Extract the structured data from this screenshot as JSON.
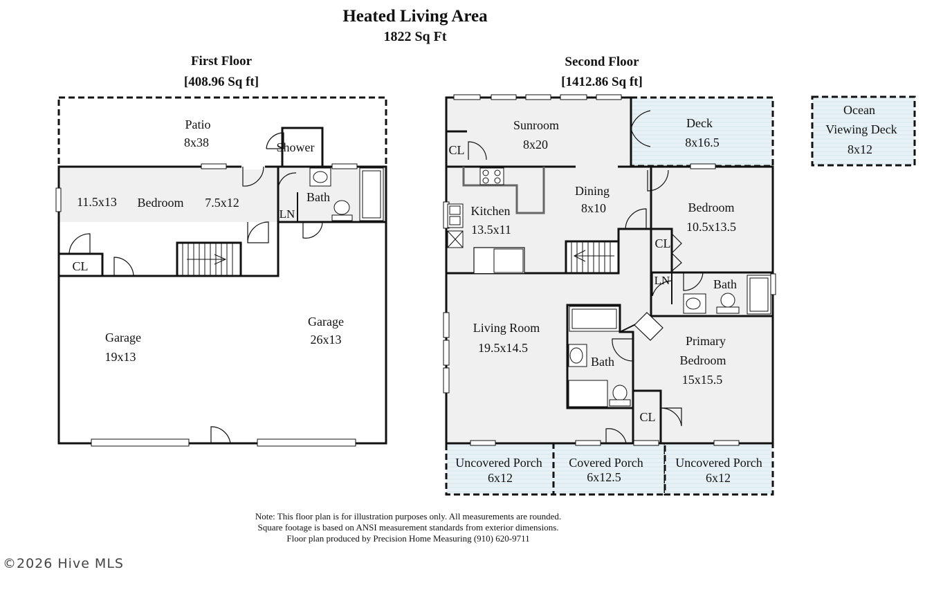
{
  "header": {
    "title": "Heated Living Area",
    "total": "1822 Sq Ft"
  },
  "first_floor": {
    "name": "First Floor",
    "area": "[408.96 Sq ft]",
    "rooms": {
      "patio": {
        "name": "Patio",
        "size": "8x38"
      },
      "shower": {
        "name": "Shower"
      },
      "bedroom_left_size": "11.5x13",
      "bedroom": {
        "name": "Bedroom",
        "size": "7.5x12"
      },
      "bath": {
        "name": "Bath"
      },
      "linen": {
        "name": "LN"
      },
      "closet": {
        "name": "CL"
      },
      "garage_left": {
        "name": "Garage",
        "size": "19x13"
      },
      "garage_right": {
        "name": "Garage",
        "size": "26x13"
      }
    }
  },
  "second_floor": {
    "name": "Second Floor",
    "area": "[1412.86 Sq ft]",
    "rooms": {
      "sunroom": {
        "name": "Sunroom",
        "size": "8x20"
      },
      "sunroom_closet": {
        "name": "CL"
      },
      "deck": {
        "name": "Deck",
        "size": "8x16.5"
      },
      "ocean_deck": {
        "name_line1": "Ocean",
        "name_line2": "Viewing Deck",
        "size": "8x12"
      },
      "kitchen": {
        "name": "Kitchen",
        "size": "13.5x11"
      },
      "dining": {
        "name": "Dining",
        "size": "8x10"
      },
      "bedroom": {
        "name": "Bedroom",
        "size": "10.5x13.5"
      },
      "bedroom_closet": {
        "name": "CL"
      },
      "linen": {
        "name": "LN"
      },
      "bath_upper": {
        "name": "Bath"
      },
      "living_room": {
        "name": "Living Room",
        "size": "19.5x14.5"
      },
      "bath_primary": {
        "name": "Bath"
      },
      "primary_bedroom": {
        "name_line1": "Primary",
        "name_line2": "Bedroom",
        "size": "15x15.5"
      },
      "primary_closet": {
        "name": "CL"
      },
      "porch_left": {
        "name": "Uncovered Porch",
        "size": "6x12"
      },
      "porch_covered": {
        "name": "Covered Porch",
        "size": "6x12.5"
      },
      "porch_right": {
        "name": "Uncovered Porch",
        "size": "6x12"
      }
    }
  },
  "notes": {
    "line1": "Note: This floor plan is for illustration purposes only. All measurements are rounded.",
    "line2": "Square footage is based on ANSI measurement standards from exterior dimensions.",
    "line3": "Floor plan produced by Precision Home Measuring (910) 620-9711"
  },
  "copyright": "©2026 Hive MLS",
  "colors": {
    "room_fill": "#f0f0f0",
    "deck_fill": "#e7f2f6",
    "wall": "#111111",
    "white": "#ffffff"
  }
}
